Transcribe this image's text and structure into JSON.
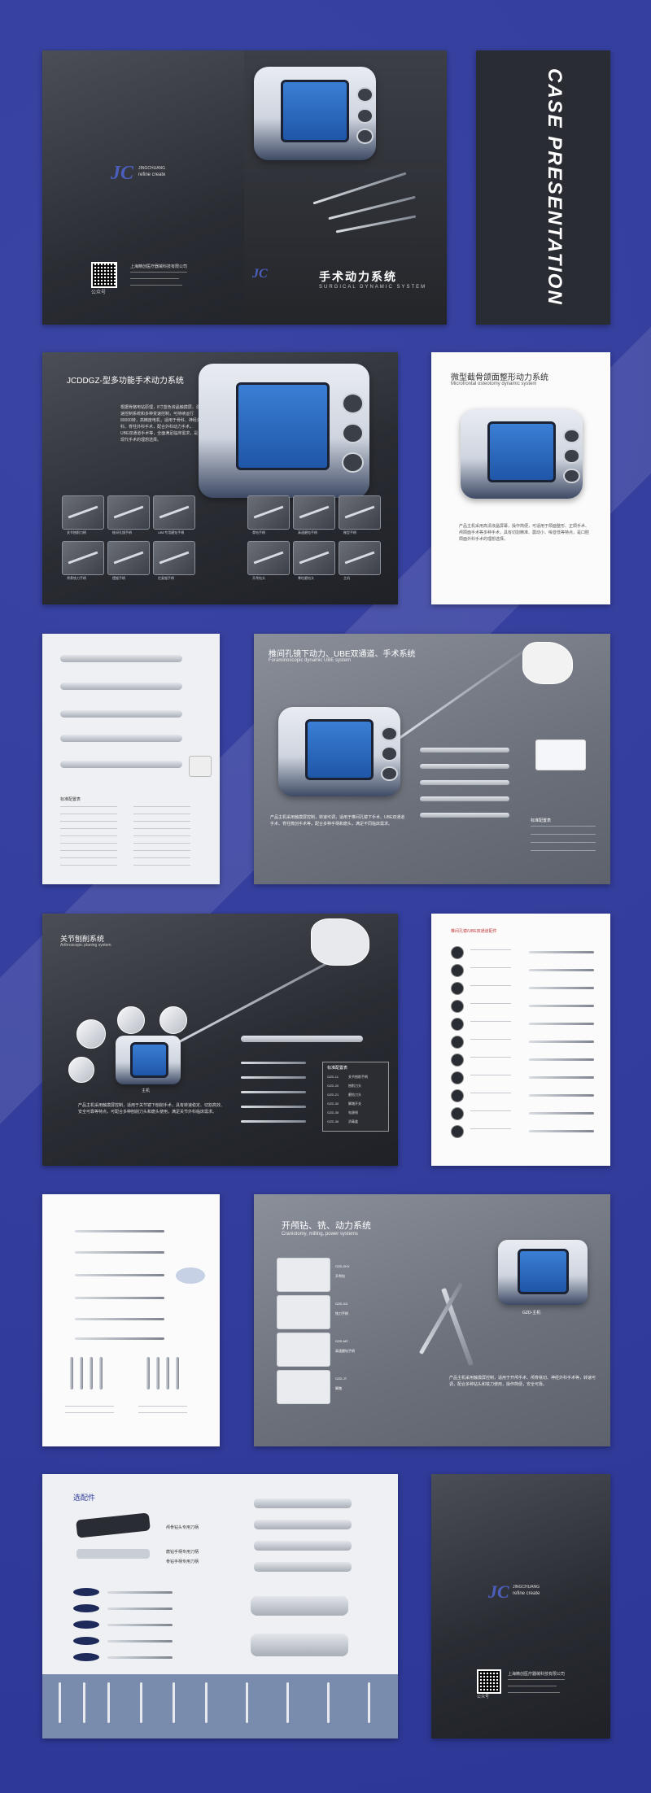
{
  "page_title": "",
  "spread1": {
    "brand_cn": "JINGCHUANG",
    "brand_en": "refine create",
    "logo_letters": "JC",
    "company_line": "上海精创医疗器械科技有限公司",
    "gzh_label": "公众号",
    "cover_title_cn": "手术动力系统",
    "cover_title_en": "SURGICAL DYNAMIC SYSTEM"
  },
  "case_banner": "CASE PRESENTATION",
  "spread2": {
    "title": "JCDDGZ-型多功能手术动力系统",
    "body": "根据骨骼电钻原理，8寸蓝色液晶触摸屏，强速控制系统和多种变速控制，可持续运行80000转，高精度电机，适用于骨科、神经外科、脊柱外科手术，配合外科动力手术，UBE双通道手术等，全面满足临床需求，是现代手术的理想选择。",
    "captions": [
      "关节刨削刀柄",
      "椎间孔镜手柄",
      "UBE专用磨钻手柄",
      "颅骨铣刀手柄",
      "摆锯手柄",
      "往复锯手柄",
      "骨钻手柄",
      "高速磨钻手柄",
      "微型手柄",
      "开颅钻头",
      "脊柱磨钻头",
      "主机"
    ]
  },
  "microfrontal": {
    "title_cn": "微型截骨颌面整形动力系统",
    "title_en": "Microfrontal osteotomy dynamic system",
    "body": "产品主机采用高清液晶屏幕，操作简便，可适用于颌面整形、正颌手术、颅颌面手术等多种手术，具有切割精准、震动小、噪音低等特点，是口腔颌面外科手术的理想选择。"
  },
  "foraminoscopic": {
    "title_cn": "椎间孔镜下动力、UBE双通道、手术系统",
    "title_en": "Foraminoscopic dynamic UBE system",
    "body": "产品主机采用触摸屏控制，转速可调，适用于椎间孔镜下手术、UBE双通道手术、脊柱微创手术等，配合多种手柄和磨头，满足不同临床需求。",
    "table_header": "标准配置表"
  },
  "standard_list_title": "标准配置表",
  "arthroscopic": {
    "title_cn": "关节刨削系统",
    "title_en": "Arthroscopic planing system",
    "host_label": "主机",
    "body": "产品主机采用触摸屏控制，适用于关节镜下刨削手术，具有转速稳定、切割高效、安全可靠等特点，可配合多种刨削刀头和磨头使用，满足关节外科临床需求。",
    "table_title": "标准配置表",
    "table_rows": [
      [
        "GZD-11",
        "关节刨削手柄"
      ],
      [
        "GZD-20",
        "刨削刀头"
      ],
      [
        "GZD-21",
        "磨钻刀头"
      ],
      [
        "GZD-30",
        "脚踏开关"
      ],
      [
        "GZD-35",
        "电源线"
      ],
      [
        "GZD-36",
        "消毒盒"
      ]
    ]
  },
  "planing_accessories": {
    "title": "椎间孔镜/UBE双通道配件"
  },
  "craniotomy": {
    "title_cn": "开颅钻、铣、动力系统",
    "title_en": "Craniotomy, milling, power systems",
    "items": [
      {
        "code": "GZD-ZKX",
        "name": "开颅钻"
      },
      {
        "code": "GZD-XD",
        "name": "铣刀手柄"
      },
      {
        "code": "GZD-MZ",
        "name": "高速磨钻手柄"
      },
      {
        "code": "GZD-JT",
        "name": "脚踏"
      }
    ],
    "host_label": "GZD-主机",
    "body": "产品主机采用触摸屏控制，适用于开颅手术、颅骨铣切、神经外科手术等，转速可调，配合多种钻头和铣刀使用，操作简便，安全可靠。"
  },
  "accessories": {
    "title": "选配件",
    "callouts": [
      "颅骨钻头专用刀柄",
      "磨钻手柄专用刀柄",
      "骨钻手柄专用刀柄"
    ]
  },
  "back_cover": {
    "brand_cn": "JINGCHUANG",
    "brand_en": "refine create",
    "logo_letters": "JC",
    "gzh_label": "公众号",
    "company_line": "上海精创医疗器械科技有限公司"
  }
}
